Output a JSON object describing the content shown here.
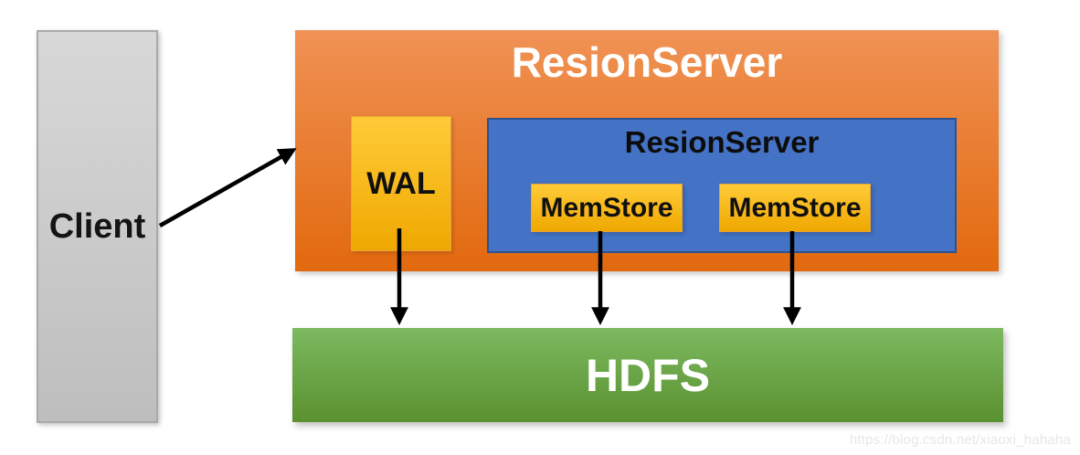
{
  "nodes": {
    "client": {
      "label": "Client"
    },
    "region_server": {
      "title": "ResionServer",
      "wal": {
        "label": "WAL"
      },
      "inner": {
        "title": "ResionServer",
        "memstores": [
          {
            "label": "MemStore"
          },
          {
            "label": "MemStore"
          }
        ]
      }
    },
    "hdfs": {
      "label": "HDFS"
    }
  },
  "edges": [
    {
      "from": "Client",
      "to": "ResionServer"
    },
    {
      "from": "WAL",
      "to": "HDFS"
    },
    {
      "from": "MemStore-1",
      "to": "HDFS"
    },
    {
      "from": "MemStore-2",
      "to": "HDFS"
    }
  ],
  "watermark": "https://blog.csdn.net/xiaoxi_hahaha",
  "colors": {
    "orange-top": "#F09255",
    "orange-bottom": "#E2690E",
    "blue-fill": "#4472C4",
    "blue-border": "#2F528F",
    "gold-top": "#FFCB38",
    "gold-bottom": "#EFA800",
    "green-top": "#7CB95F",
    "green-bottom": "#5A9130",
    "gray-top": "#D8D8D8",
    "gray-bottom": "#BEBEBE",
    "arrow": "#000000",
    "watermark": "#E7E7E7"
  }
}
